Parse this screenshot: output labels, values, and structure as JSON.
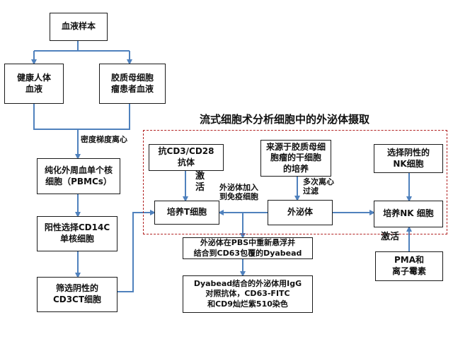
{
  "diagram": {
    "colors": {
      "arrow": "#4f81bd",
      "box_border": "#1a1a1a",
      "region_border": "#b22222"
    },
    "region_title": "流式细胞术分析细胞中的外泌体摄取",
    "boxes": {
      "blood_sample": "血液样本",
      "healthy_blood": "健康人体\n血液",
      "glioma_blood": "胶质母细胞\n瘤患者血液",
      "pbmc": "纯化外周血单个核\n细胞（PBMCs）",
      "cd14": "阳性选择CD14C\n单核细胞",
      "cd3": "筛选阴性的\nCD3CT细胞",
      "anti_cd3": "抗CD3/CD28\n抗体",
      "culture_t": "培养T细胞",
      "glioma_stem": "来源于胶质母细\n胞瘤的干细胞\n的培养",
      "exosome": "外泌体",
      "nk_select": "选择阴性的\nNK细胞",
      "culture_nk": "培养NK 细胞",
      "pma": "PMA和\n离子霉素",
      "resuspend": "外泌体在PBS中重新悬浮并\n结合到CD63包覆的Dyabead",
      "stain": "Dyabead结合的外泌体用IgG\n对照抗体，CD63-FITC\n和CD9灿烂紫510染色"
    },
    "labels": {
      "density": "密度梯度离心",
      "activate_t": "激\n活",
      "add_exo": "外泌体加入\n到免疫细胞",
      "centrifuge": "多次离心\n过滤",
      "activate_nk": "激活"
    }
  }
}
